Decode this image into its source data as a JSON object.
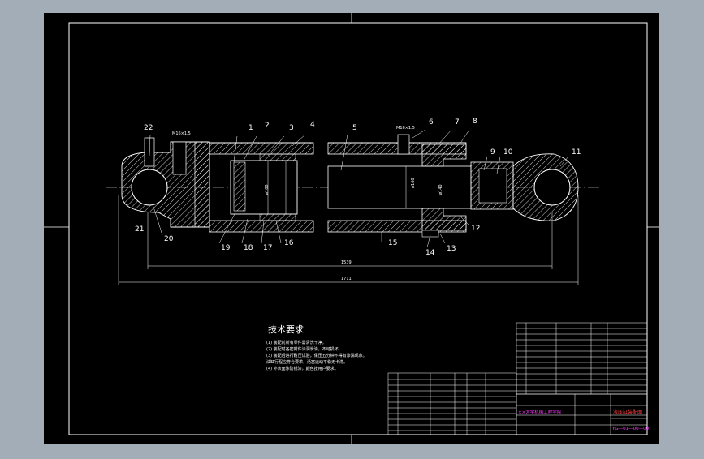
{
  "drawing": {
    "part_labels": [
      "1",
      "2",
      "3",
      "4",
      "5",
      "6",
      "7",
      "8",
      "9",
      "10",
      "11",
      "12",
      "13",
      "14",
      "15",
      "16",
      "17",
      "18",
      "19",
      "20",
      "21",
      "22"
    ],
    "thread_left": "M16×1.5",
    "thread_right": "M16×1.5",
    "dim_inner": "1539",
    "dim_overall": "1711",
    "bore_labels": [
      "ø160",
      "ø140",
      "ø100"
    ]
  },
  "notes": {
    "title": "技术要求",
    "lines": [
      "(1) 装配前所有零件需清洗干净。",
      "(2) 装配时各密封件涂润滑油，不可损坏。",
      "(3) 装配后进行耐压试验，保压五分钟不得有渗漏现象。",
      "    油缸行程应符合要求，活塞运动平稳无卡滞。",
      "(4) 外表面涂防锈漆，颜色按用户要求。"
    ]
  },
  "title_block": {
    "drawing_name": "液压缸装配图",
    "drawing_no": "YG—01—00—00",
    "school": "××大学机械工程学院"
  },
  "colors": {
    "background": "#a3adb8",
    "sheet": "#000000",
    "lines": "#ffffff",
    "accent_magenta": "#ff3cff",
    "accent_red": "#ff4040",
    "center_line": "#ffffff"
  }
}
